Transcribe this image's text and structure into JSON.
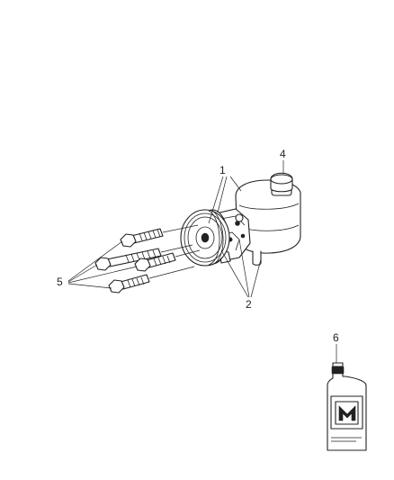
{
  "callouts": {
    "pump": "1",
    "fitting": "2",
    "reservoir": "4",
    "bolts": "5",
    "fluid": "6"
  },
  "fluid_bottle": {
    "logo": "Mopar"
  }
}
